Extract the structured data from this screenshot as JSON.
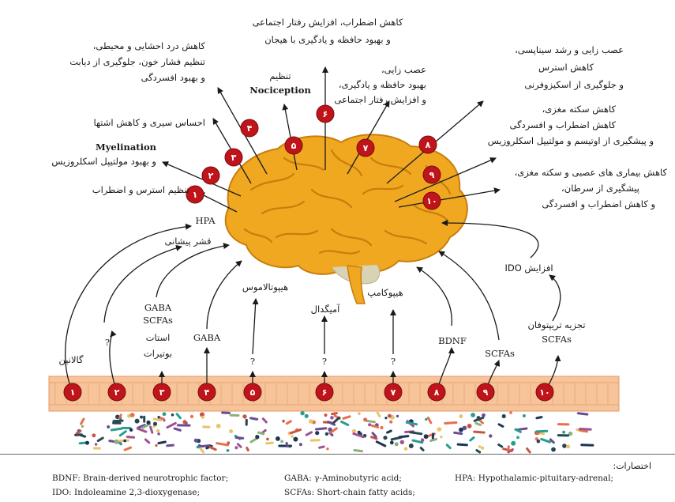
{
  "effects": {
    "e1": "تنظیم استرس و اضطراب",
    "e2_en": "Myelination",
    "e2": "و بهبود مولتیپل اسکلروزیس",
    "e3": "احساس سیری و کاهش اشتها",
    "e4_l1": "کاهش درد احشایی و محیطی،",
    "e4_l2": "تنظیم فشار خون، جلوگیری از دیابت",
    "e4_l3": "و بهبود افسردگی",
    "e5_l1": "تنظیم",
    "e5_en": "Nociception",
    "e6_l1": "کاهش اضطراب، افزایش رفتار اجتماعی",
    "e6_l2": "و بهبود حافظه و یادگیری با هیجان",
    "e7_l1": "عصب زایی،",
    "e7_l2": "بهبود حافظه و یادگیری،",
    "e7_l3": "و افزایش رفتار اجتماعی",
    "e8_l1": "عصب زایی و رشد سیناپسی،",
    "e8_l2": "کاهش استرس",
    "e8_l3": "و جلوگیری از اسکیزوفرنی",
    "e9_l1": "کاهش سکته مغزی،",
    "e9_l2": "کاهش اضطراب و افسردگی",
    "e9_l3": "و پیشگیری از اوتیسم و مولتیپل اسکلروزیس",
    "e10_l1": "کاهش بیماری های عصبی و سکته مغزی،",
    "e10_l2": "پیشگیری از سرطان،",
    "e10_l3": "و کاهش اضطراب و افسردگی"
  },
  "nodes": {
    "hpa": "HPA",
    "prefrontal": "قشر پیشانی",
    "hypothalamus": "هیپوتالاموس",
    "amygdala": "آمیگدال",
    "hippocampus": "هیپوکامپ",
    "ido": "افزایش IDO",
    "galanin": "گالانین",
    "q2": "?",
    "n3_l1": "GABA",
    "n3_l2": "SCFAs",
    "n3_l3": "استات",
    "n3_l4": "بوتیرات",
    "n4": "GABA",
    "q5": "?",
    "q6": "?",
    "q7": "?",
    "n8": "BDNF",
    "n9": "SCFAs",
    "n10_l1": "تجزیه تریپتوفان",
    "n10_l2": "SCFAs"
  },
  "badges": [
    "۱",
    "۲",
    "۳",
    "۴",
    "۵",
    "۶",
    "۷",
    "۸",
    "۹",
    "۱۰"
  ],
  "abbreviations": {
    "heading": "اختصارات:",
    "bdnf": "BDNF: Brain-derived neurotrophic factor;",
    "gaba": "GABA: γ-Aminobutyric acid;",
    "hpa": "HPA: Hypothalamic-pituitary-adrenal;",
    "ido": "IDO: Indoleamine 2,3-dioxygenase;",
    "scfas": "SCFAs: Short-chain fatty acids;"
  },
  "colors": {
    "badge": "#c0141b",
    "brain": "#f0a820",
    "brain_dark": "#c97d0c",
    "intestine": "#f7c49a",
    "intestine_line": "#e29a6a"
  }
}
